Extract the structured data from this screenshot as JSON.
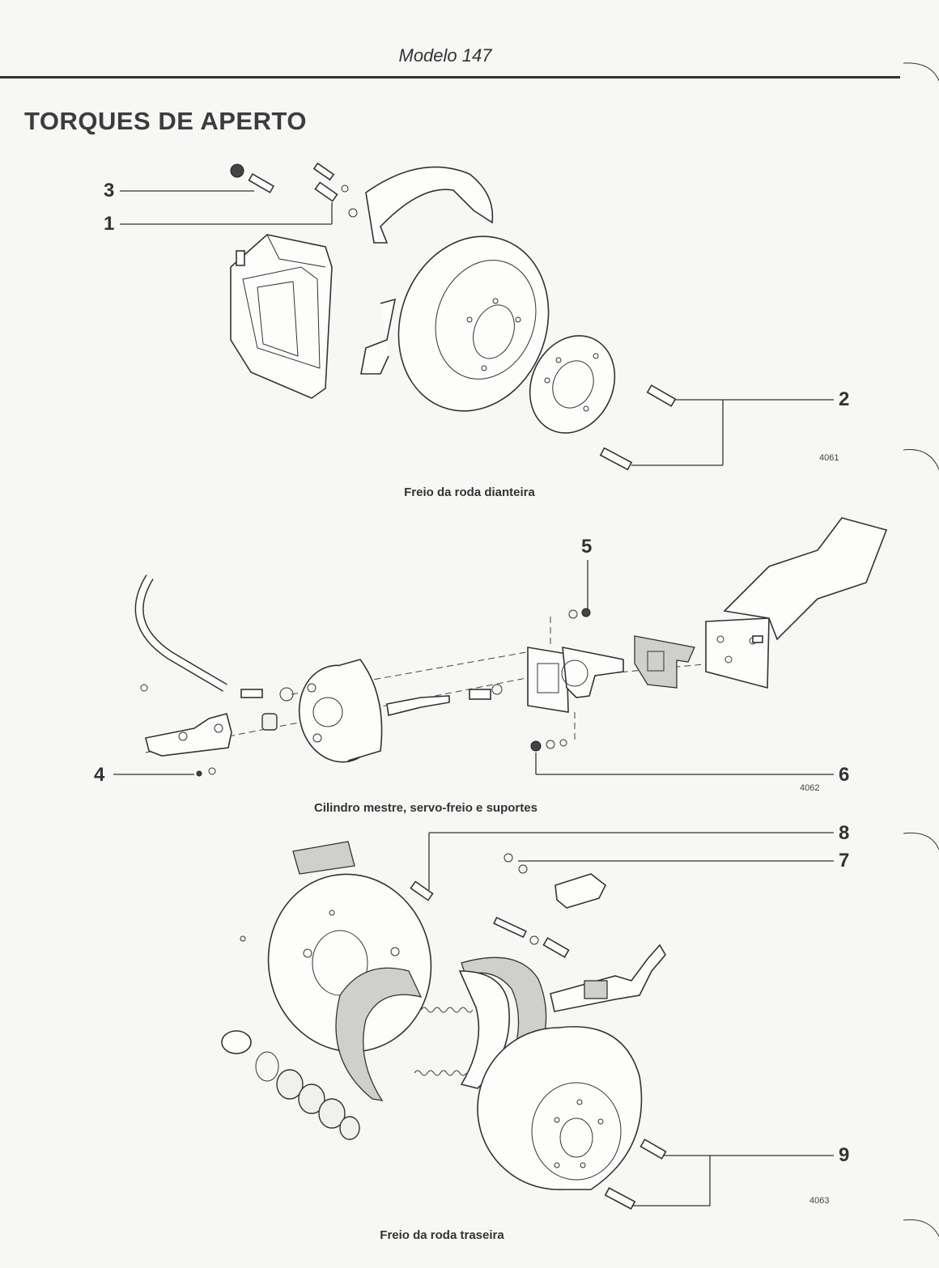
{
  "header": {
    "model": "Modelo 147"
  },
  "page_title": "TORQUES DE APERTO",
  "sections": [
    {
      "caption": "Freio da roda dianteira",
      "code": "4061",
      "callouts": [
        "3",
        "1",
        "2"
      ]
    },
    {
      "caption": "Cilindro mestre, servo-freio e suportes",
      "code": "4062",
      "callouts": [
        "5",
        "4",
        "6"
      ]
    },
    {
      "caption": "Freio da roda traseira",
      "code": "4063",
      "callouts": [
        "8",
        "7",
        "9"
      ]
    }
  ]
}
